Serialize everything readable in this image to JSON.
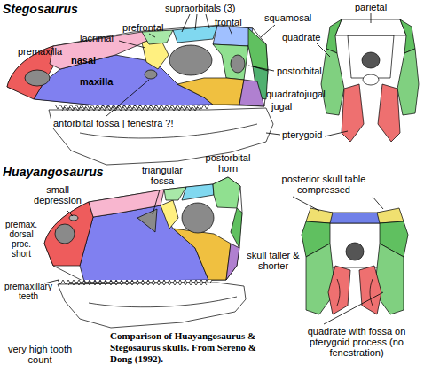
{
  "diagram": {
    "caption": "Comparison of Huayangosaurus & Stegosaurus skulls. From Sereno & Dong (1992).",
    "labels": [
      "Stegosaurus",
      "supraorbitals (3)",
      "frontal",
      "prefrontal",
      "squamosal",
      "parietal",
      "lacrimal",
      "premaxilla",
      "nasal",
      "quadrate",
      "postorbital",
      "maxilla",
      "quadratojugal",
      "jugal",
      "pterygoid",
      "antorbital fossa | fenestra ?!",
      "Huayangosaurus",
      "postorbital horn",
      "triangular fossa",
      "small depression",
      "posterior skull table compressed",
      "premax. dorsal proc. short",
      "skull taller & shorter",
      "premaxillary teeth",
      "quadrate with fossa on pterygoid process (no fenestration)",
      "very high tooth count"
    ]
  }
}
